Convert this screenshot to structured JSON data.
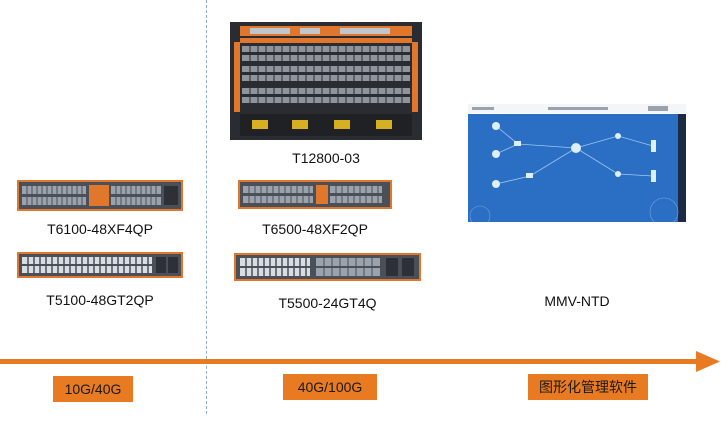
{
  "products": {
    "t6100": "T6100-48XF4QP",
    "t5100": "T5100-48GT2QP",
    "t12800": "T12800-03",
    "t6500": "T6500-48XF2QP",
    "t5500": "T5500-24GT4Q",
    "mmv": "MMV-NTD"
  },
  "timeline": {
    "stage1": "10G/40G",
    "stage2": "40G/100G",
    "stage3": "图形化管理软件"
  },
  "colors": {
    "accent": "#e87a22",
    "divider": "#8fb0d4",
    "software_bg": "#2b6fc4"
  }
}
